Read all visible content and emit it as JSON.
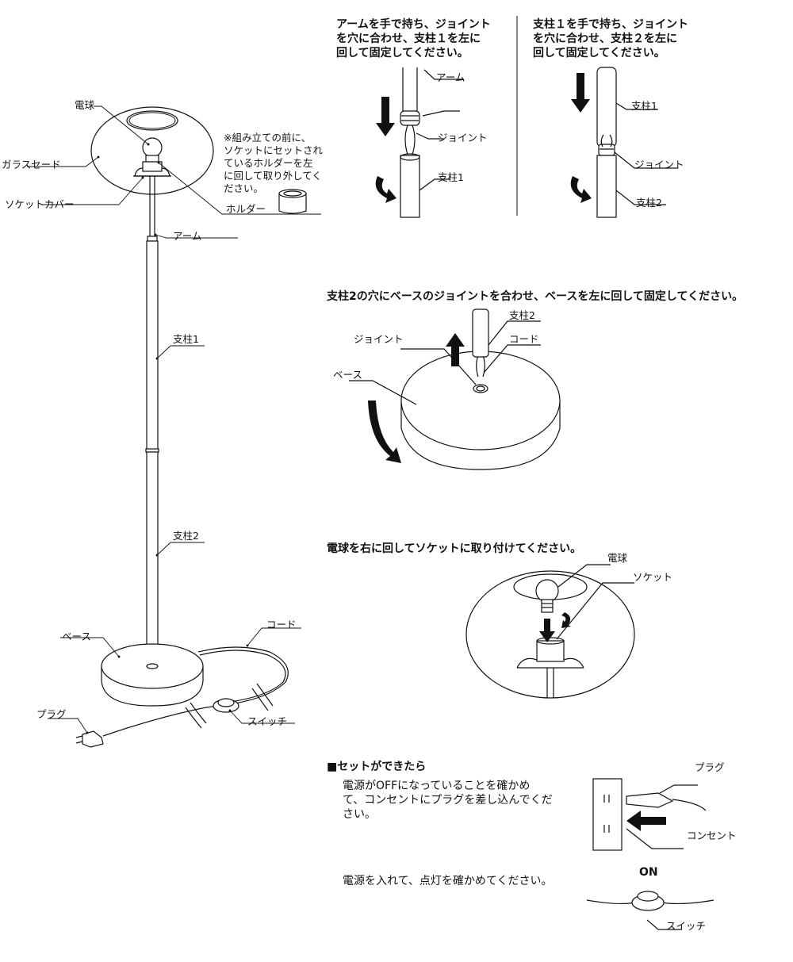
{
  "labels": {
    "bulb": "電球",
    "glass_shade": "ガラスセード",
    "socket_cover": "ソケットカバー",
    "holder": "ホルダー",
    "arm": "アーム",
    "pole1": "支柱1",
    "pole2": "支柱2",
    "base": "ベース",
    "cord": "コード",
    "plug": "プラグ",
    "switch": "スイッチ",
    "joint": "ジョイント",
    "socket": "ソケット",
    "outlet": "コンセント",
    "on": "ON"
  },
  "note": {
    "lines": [
      "※組み立ての前に、",
      "ソケットにセットされ",
      "ているホルダーを左",
      "に回して取り外してく",
      "ださい。"
    ]
  },
  "steps": {
    "step1": [
      "アームを手で持ち、ジョイント",
      "を穴に合わせ、支柱１を左に",
      "回して固定してください。"
    ],
    "step2": [
      "支柱１を手で持ち、ジョイント",
      "を穴に合わせ、支柱２を左に",
      "回して固定してください。"
    ],
    "step3": "支柱2の穴にベースのジョイントを合わせ、ベースを左に回して固定してください。",
    "step4": "電球を右に回してソケットに取り付けてください。",
    "after_title": "■セットができたら",
    "after1": [
      "電源がOFFになっていることを確かめ",
      "て、コンセントにプラグを差し込んでくだ",
      "さい。"
    ],
    "after2": "電源を入れて、点灯を確かめてください。"
  },
  "step_labels": {
    "s1_arm": "アーム",
    "s1_joint": "ジョイント",
    "s1_pole1": "支柱1",
    "s2_pole1": "支柱1",
    "s2_joint": "ジョイント",
    "s2_pole2": "支柱2",
    "s3_pole2": "支柱2",
    "s3_joint": "ジョイント",
    "s3_cord": "コード",
    "s3_base": "ベース",
    "s4_bulb": "電球",
    "s4_socket": "ソケット",
    "a_plug": "プラグ",
    "a_outlet": "コンセント",
    "a_on": "ON",
    "a_switch": "スイッチ"
  }
}
